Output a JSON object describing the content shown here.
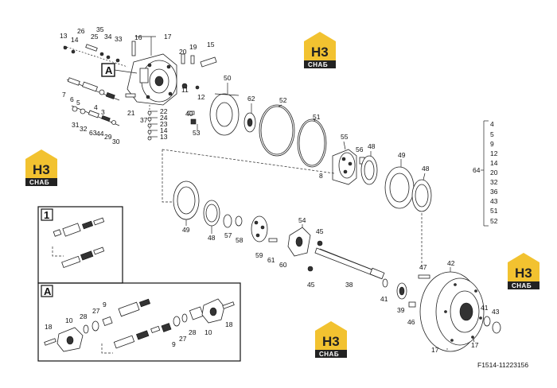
{
  "drawing_ref": "F1514-11223156",
  "watermark": {
    "brand_top": "H3",
    "brand_sub": "CHAБ"
  },
  "box_labels": {
    "A_main": "A",
    "box1": "1",
    "boxA": "A"
  },
  "group_64": {
    "label": "64",
    "items": [
      "4",
      "5",
      "9",
      "12",
      "14",
      "20",
      "32",
      "36",
      "43",
      "51",
      "52"
    ]
  },
  "callouts": {
    "c13a": "13",
    "c14a": "14",
    "c26": "26",
    "c25": "25",
    "c35": "35",
    "c34": "34",
    "c33": "33",
    "c16": "16",
    "c17a": "17",
    "c20": "20",
    "c19": "19",
    "c15": "15",
    "c7": "7",
    "c6": "6",
    "c5": "5",
    "c4": "4",
    "c3": "3",
    "c11": "11",
    "c12": "12",
    "c21": "21",
    "c31": "31",
    "c32": "32",
    "c63": "63",
    "c44": "44",
    "c29": "29",
    "c30": "30",
    "c22": "22",
    "c24": "24",
    "c23": "23",
    "c14b": "14",
    "c13b": "13",
    "c37": "37",
    "c40": "40",
    "c53": "53",
    "c50": "50",
    "c62": "62",
    "c52": "52",
    "c51": "51",
    "c8": "8",
    "c55": "55",
    "c56": "56",
    "c48a": "48",
    "c49a": "49",
    "c48b": "48",
    "c49b": "49",
    "c48c": "48",
    "c57": "57",
    "c58": "58",
    "c59": "59",
    "c61": "61",
    "c54": "54",
    "c45a": "45",
    "c60": "60",
    "c45b": "45",
    "c38": "38",
    "c47": "47",
    "c42": "42",
    "c41a": "41",
    "c39": "39",
    "c46": "46",
    "c41b": "41",
    "c43": "43",
    "c17b": "17",
    "c17c": "17",
    "d18a": "18",
    "d10a": "10",
    "d28a": "28",
    "d27a": "27",
    "d9a": "9",
    "d9b": "9",
    "d27b": "27",
    "d28b": "28",
    "d10b": "10",
    "d18b": "18"
  }
}
